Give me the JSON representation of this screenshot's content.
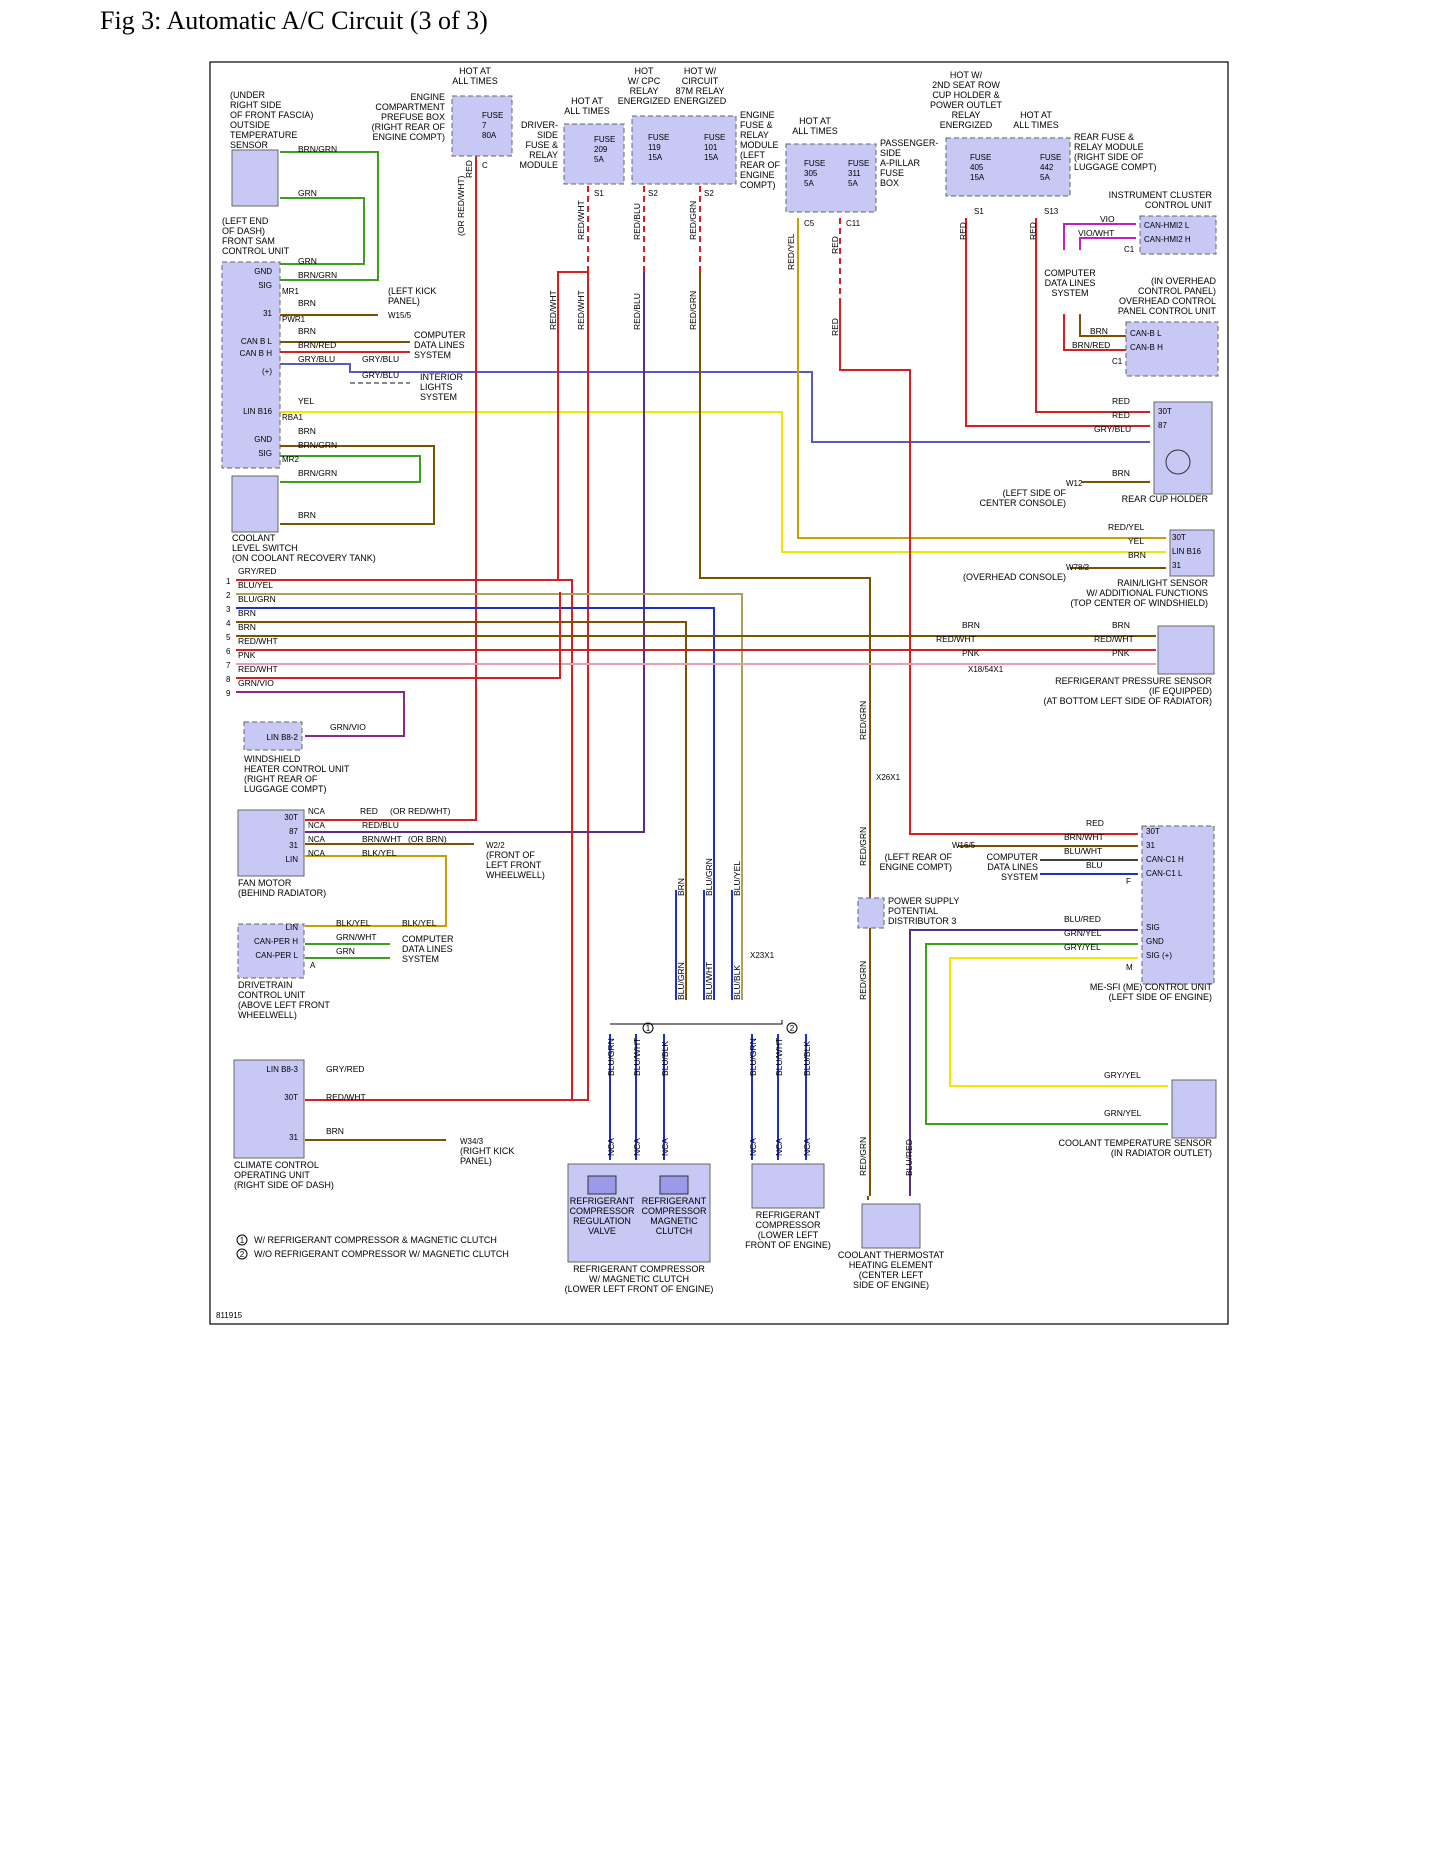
{
  "title": "Fig 3: Automatic A/C Circuit (3 of 3)",
  "figure_id": "811915",
  "colors": {
    "red": "#d42020",
    "green": "#3da01f",
    "brown": "#7a5200",
    "yellow": "#f0e800",
    "purple": "#5a2d8a",
    "blue": "#1f2fc8",
    "grey": "#8a8a8a",
    "olive": "#8a7a1a",
    "pink": "#e6a0b0",
    "magenta": "#c020c0",
    "component": "#c8c8f5"
  },
  "legend": {
    "n1": "1",
    "n2": "2",
    "item1": "W/ REFRIGERANT COMPRESSOR & MAGNETIC CLUTCH",
    "item2": "W/O REFRIGERANT COMPRESSOR W/ MAGNETIC CLUTCH"
  },
  "components": {
    "outside_temp": [
      "(UNDER",
      "RIGHT SIDE",
      "OF FRONT FASCIA)",
      "OUTSIDE",
      "TEMPERATURE",
      "SENSOR"
    ],
    "front_sam": [
      "(LEFT END",
      "OF DASH)",
      "FRONT SAM",
      "CONTROL UNIT"
    ],
    "coolant_level": [
      "COOLANT",
      "LEVEL SWITCH",
      "(ON COOLANT RECOVERY TANK)"
    ],
    "engine_prefuse": [
      "ENGINE",
      "COMPARTMENT",
      "PREFUSE BOX",
      "(RIGHT REAR OF",
      "ENGINE COMPT)"
    ],
    "hot_all_1": [
      "HOT AT",
      "ALL TIMES"
    ],
    "hot_all_2": [
      "HOT AT",
      "ALL TIMES"
    ],
    "hot_cpc": [
      "HOT",
      "W/ CPC",
      "RELAY",
      "ENERGIZED"
    ],
    "hot_circuit": [
      "HOT W/",
      "CIRCUIT",
      "87M RELAY",
      "ENERGIZED"
    ],
    "hot_all_3": [
      "HOT AT",
      "ALL TIMES"
    ],
    "hot_2nd_seat": [
      "HOT W/",
      "2ND SEAT ROW",
      "CUP HOLDER &",
      "POWER OUTLET",
      "RELAY",
      "ENERGIZED"
    ],
    "hot_all_4": [
      "HOT AT",
      "ALL TIMES"
    ],
    "driver_fuse": [
      "DRIVER-",
      "SIDE",
      "FUSE &",
      "RELAY",
      "MODULE"
    ],
    "engine_fuse": [
      "ENGINE",
      "FUSE &",
      "RELAY",
      "MODULE",
      "(LEFT",
      "REAR OF",
      "ENGINE",
      "COMPT)"
    ],
    "pass_fuse": [
      "PASSENGER-",
      "SIDE",
      "A-PILLAR",
      "FUSE",
      "BOX"
    ],
    "rear_fuse": [
      "REAR FUSE &",
      "RELAY MODULE",
      "(RIGHT SIDE OF",
      "LUGGAGE COMPT)"
    ],
    "inst_cluster": [
      "INSTRUMENT CLUSTER",
      "CONTROL UNIT"
    ],
    "overhead": [
      "(IN OVERHEAD",
      "CONTROL PANEL)",
      "OVERHEAD CONTROL",
      "PANEL CONTROL UNIT"
    ],
    "computer_data_1": [
      "COMPUTER",
      "DATA LINES",
      "SYSTEM"
    ],
    "computer_data_2": [
      "COMPUTER",
      "DATA LINES",
      "SYSTEM"
    ],
    "computer_data_3": [
      "COMPUTER",
      "DATA LINES",
      "SYSTEM"
    ],
    "computer_data_4": [
      "COMPUTER",
      "DATA LINES",
      "SYSTEM"
    ],
    "interior_lights": [
      "INTERIOR",
      "LIGHTS",
      "SYSTEM"
    ],
    "left_kick": [
      "(LEFT KICK",
      "PANEL)"
    ],
    "rear_cup": [
      "REAR CUP HOLDER"
    ],
    "left_console": [
      "(LEFT SIDE OF",
      "CENTER CONSOLE)"
    ],
    "rain_light": [
      "RAIN/LIGHT SENSOR",
      "W/ ADDITIONAL FUNCTIONS",
      "(TOP CENTER OF WINDSHIELD)"
    ],
    "overhead_console": [
      "(OVERHEAD CONSOLE)"
    ],
    "refrig_pressure": [
      "REFRIGERANT PRESSURE SENSOR",
      "(IF EQUIPPED)",
      "(AT BOTTOM LEFT SIDE OF RADIATOR)"
    ],
    "windshield_heater": [
      "WINDSHIELD",
      "HEATER CONTROL UNIT",
      "(RIGHT REAR OF",
      "LUGGAGE COMPT)"
    ],
    "fan_motor": [
      "FAN MOTOR",
      "(BEHIND RADIATOR)"
    ],
    "front_left_wheel": [
      "(FRONT OF",
      "LEFT FRONT",
      "WHEELWELL)"
    ],
    "drivetrain": [
      "DRIVETRAIN",
      "CONTROL UNIT",
      "(ABOVE LEFT FRONT",
      "WHEELWELL)"
    ],
    "climate": [
      "CLIMATE CONTROL",
      "OPERATING UNIT",
      "(RIGHT SIDE OF DASH)"
    ],
    "right_kick": [
      "(RIGHT KICK",
      "PANEL)"
    ],
    "compressor_clutch": [
      "REFRIGERANT COMPRESSOR",
      "W/ MAGNETIC CLUTCH",
      "(LOWER LEFT FRONT OF ENGINE)"
    ],
    "regulation_valve": [
      "REFRIGERANT",
      "COMPRESSOR",
      "REGULATION",
      "VALVE"
    ],
    "magnetic_clutch": [
      "REFRIGERANT",
      "COMPRESSOR",
      "MAGNETIC",
      "CLUTCH"
    ],
    "compressor_plain": [
      "REFRIGERANT",
      "COMPRESSOR",
      "(LOWER LEFT",
      "FRONT OF ENGINE)"
    ],
    "thermostat": [
      "COOLANT THERMOSTAT",
      "HEATING ELEMENT",
      "(CENTER LEFT",
      "SIDE OF ENGINE)"
    ],
    "power_dist": [
      "POWER SUPPLY",
      "POTENTIAL",
      "DISTRIBUTOR 3"
    ],
    "left_rear_engine": [
      "(LEFT REAR OF",
      "ENGINE COMPT)"
    ],
    "me_sfi": [
      "ME-SFI (ME) CONTROL UNIT",
      "(LEFT SIDE OF ENGINE)"
    ],
    "coolant_temp": [
      "COOLANT TEMPERATURE SENSOR",
      "(IN RADIATOR OUTLET)"
    ]
  },
  "pins": {
    "sam": [
      "GND",
      "SIG",
      "31",
      "CAN B L",
      "CAN B H",
      "(+)",
      "LIN B16",
      "GND",
      "SIG"
    ],
    "fan": [
      "30T",
      "87",
      "31",
      "LIN"
    ],
    "nca": [
      "NCA",
      "NCA",
      "NCA",
      "NCA"
    ],
    "drivetrain": [
      "LIN",
      "CAN-PER H",
      "CAN-PER L"
    ],
    "climate": [
      "LIN B8-3",
      "30T",
      "31"
    ],
    "cup": [
      "30T",
      "87"
    ],
    "rain": [
      "30T",
      "LIN B16",
      "31"
    ],
    "me": [
      "30T",
      "31",
      "CAN-C1 H",
      "CAN-C1 L",
      "SIG",
      "GND",
      "SIG (+)"
    ],
    "cluster": [
      "CAN-HMI2 L",
      "CAN-HMI2 H"
    ],
    "overhead": [
      "CAN-B L",
      "CAN-B H"
    ],
    "windshield": [
      "LIN B8-2"
    ]
  },
  "fuses": [
    {
      "name": "FUSE",
      "num": "7",
      "amp": "80A"
    },
    {
      "name": "FUSE",
      "num": "209",
      "amp": "5A"
    },
    {
      "name": "FUSE",
      "num": "119",
      "amp": "15A"
    },
    {
      "name": "FUSE",
      "num": "101",
      "amp": "15A"
    },
    {
      "name": "FUSE",
      "num": "305",
      "amp": "5A"
    },
    {
      "name": "FUSE",
      "num": "311",
      "amp": "5A"
    },
    {
      "name": "FUSE",
      "num": "405",
      "amp": "15A"
    },
    {
      "name": "FUSE",
      "num": "442",
      "amp": "5A"
    }
  ],
  "connectors": {
    "c": "C",
    "s1": "S1",
    "s2": "S2",
    "c5": "C5",
    "c11": "C11",
    "s13": "S13",
    "c1": "C1",
    "mr1": "MR1",
    "pwr1": "PWR1",
    "rba1": "RBA1",
    "mr2": "MR2",
    "x26x1": "X26X1",
    "x18": "X18/54X1",
    "x23x1": "X23X1",
    "a": "A",
    "f": "F",
    "m": "M",
    "w15": "W15/5",
    "w12": "W12",
    "w78": "W78/2",
    "w2": "W2/2",
    "w16": "W16/5",
    "w34": "W34/3"
  },
  "wire_labels": {
    "brn_grn": "BRN/GRN",
    "grn": "GRN",
    "brn": "BRN",
    "brn_red": "BRN/RED",
    "gry_blu": "GRY/BLU",
    "yel": "YEL",
    "red": "RED",
    "red_wht": "RED/WHT",
    "red_blu": "RED/BLU",
    "red_grn": "RED/GRN",
    "red_yel": "RED/YEL",
    "vio": "VIO",
    "vio_wht": "VIO/WHT",
    "brn_wht": "BRN/WHT",
    "blk_yel": "BLK/YEL",
    "grn_wht": "GRN/WHT",
    "gry_red": "GRY/RED",
    "blu_yel": "BLU/YEL",
    "blu_grn": "BLU/GRN",
    "pnk": "PNK",
    "grn_vio": "GRN/VIO",
    "blu_wht": "BLU/WHT",
    "blu_blk": "BLU/BLK",
    "blu": "BLU",
    "blu_red": "BLU/RED",
    "grn_yel": "GRN/YEL",
    "gry_yel": "GRY/YEL",
    "or_red_wht": "(OR RED/WHT)",
    "or_brn": "(OR BRN)",
    "nca": "NCA",
    "brn_red_6": "BRN/RED"
  }
}
